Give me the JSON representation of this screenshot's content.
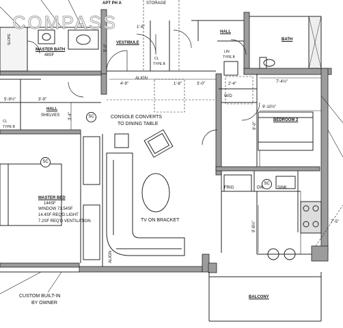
{
  "header": {
    "unit": "APT PH A",
    "storage": "STORAGE"
  },
  "logo": {
    "text": "COMPASS"
  },
  "rooms": {
    "hall_top": "HALL",
    "bath": "BATH",
    "vestibule": "VESTIBULE",
    "master_bath": "MASTER BATH",
    "master_bath_area": "48SF",
    "hall_left": "HALL",
    "shelves": "SHELVES",
    "bedroom2": "BEDROOM 2",
    "master_bed": "MASTER BED",
    "master_bed_area": "144SF",
    "master_bed_window": "WINDOW  71.54SF",
    "master_bed_light": "14.4SF REQ'D LIGHT",
    "master_bed_vent": "7.2SF REQ'D VENTILATION",
    "balcony": "BALCONY"
  },
  "closets": {
    "slope": "SLOPE",
    "cl_type_b_left": "CL",
    "type_b_left": "TYPE B",
    "cl_type_b_mid": "CL",
    "type_b_mid": "TYPE B",
    "lin": "LIN",
    "lin_type": "TYPE B"
  },
  "fixtures": {
    "wd": "W/D",
    "frig": "FRIG",
    "dw": "DW",
    "sink": "SINK",
    "sc1": "SC",
    "sc2": "SC",
    "sc3": "SC"
  },
  "dimensions": {
    "d1_6": "1'-6\"",
    "d5_0": "5'-0\"",
    "d4_9": "4'-9\"",
    "d1_8": "1'-8\"",
    "d3_0": "3'-0\"",
    "d2_4": "2'-4\"",
    "d7_4": "7'-4½\"",
    "d9_10": "9'-10½\"",
    "d9_0": "9'-0\"",
    "d3_9": "3'-9\"",
    "d3_4": "3'-4\"",
    "d9_6": "9'-6½\"",
    "d7_5": "7'-5\"",
    "d5_9": "5'-9½\""
  },
  "annotations": {
    "align1": "ALIGN",
    "align2": "ALIGN",
    "console_line1": "CONSOLE CONVERTS",
    "console_line2": "TO DINING TABLE",
    "tv": "TV ON BRACKET",
    "builtin_line1": "CUSTOM BUILT-IN",
    "builtin_line2": "BY OWNER"
  }
}
